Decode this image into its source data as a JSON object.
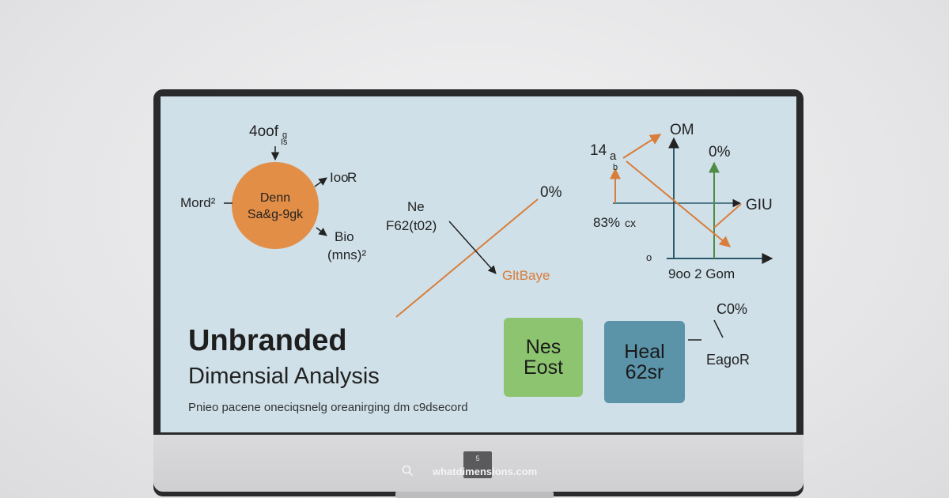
{
  "bezel": {
    "logo_text": "5",
    "url": "whatdimensions.com"
  },
  "slide": {
    "title": "Unbranded",
    "subtitle": "Dimensial Analysis",
    "caption": "Pnieo pacene oneciqsnelg oreanirging dm c9dsecord"
  },
  "circle_diagram": {
    "fill": "#e38e47",
    "center_line1": "Denn",
    "center_line2": "Sa&g-9gk",
    "top_label": "4oof",
    "top_sub": "g",
    "top_sub2": "Is",
    "left_label": "Mord²",
    "right_top_label": "Ioo",
    "right_top_suffix": "R",
    "right_bottom_label1": "Bio",
    "right_bottom_label2": "(mns)²"
  },
  "middle_diagram": {
    "line_color": "#d97d3a",
    "top_label": "0%",
    "left_label1": "Ne",
    "left_label2": "F62(t02)",
    "bottom_label": "GltBaye"
  },
  "axis_diagram": {
    "orange": "#d97d3a",
    "green": "#4f8c45",
    "top_label": "OM",
    "left_label": "14",
    "left_sub": "a",
    "left_sub2": "b",
    "green_label": "0%",
    "right_label": "GIU",
    "mid_label": "83%",
    "mid_label2": "cx",
    "origin_label": "o",
    "bottom_label": "9oo 2 Gom"
  },
  "boxes": {
    "green": {
      "line1": "Nes",
      "line2": "Eost",
      "color": "#8cc46f"
    },
    "teal": {
      "line1": "Heal",
      "line2": "62sr",
      "color": "#5b93a8"
    },
    "right_top": "C0%",
    "right_bottom": "EagoR"
  }
}
